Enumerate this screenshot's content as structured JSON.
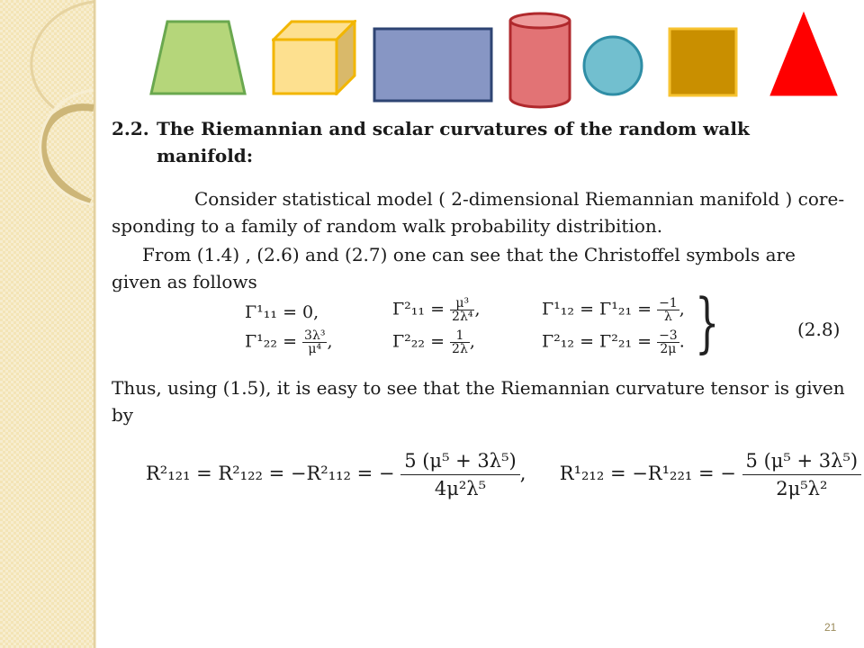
{
  "section": {
    "number": "2.2.",
    "title_line1": "The Riemannian and scalar curvatures of the random walk",
    "title_line2": "manifold:"
  },
  "paragraphs": {
    "p1": "Consider statistical model ( 2-dimensional Riemannian manifold ) core-sponding to a family of random walk probability distribition.",
    "p2": "From (1.4) , (2.6) and (2.7) one can see that the Christoffel symbols are given as follows",
    "p3": "Thus, using (1.5), it is easy to see that the Riemannian curvature tensor is given by"
  },
  "equation_label": "(2.8)",
  "christoffel": {
    "r1c1": "Γ¹₁₁ = 0,",
    "r1c2_lhs": "Γ²₁₁ =",
    "r1c2_num": "μ³",
    "r1c2_den": "2λ⁴",
    "r1c3_lhs": "Γ¹₁₂ = Γ¹₂₁ =",
    "r1c3_num": "−1",
    "r1c3_den": "λ",
    "r2c1_lhs": "Γ¹₂₂ =",
    "r2c1_num": "3λ³",
    "r2c1_den": "μ⁴",
    "r2c2_lhs": "Γ²₂₂ =",
    "r2c2_num": "1",
    "r2c2_den": "2λ",
    "r2c3_lhs": "Γ²₁₂ = Γ²₂₁ =",
    "r2c3_num": "−3",
    "r2c3_den": "2μ"
  },
  "riemann": {
    "lhs1": "R²₁₂₁ = R²₁₂₂ = −R²₁₁₂ = −",
    "num1": "5 (μ⁵ + 3λ⁵)",
    "den1": "4μ²λ⁵",
    "lhs2": "R¹₂₁₂ = −R¹₂₂₁ = −",
    "num2": "5 (μ⁵ + 3λ⁵)",
    "den2": "2μ⁵λ²"
  },
  "page_number": "21",
  "colors": {
    "trapezoid": "#b5d67a",
    "cube": "#fde08f",
    "rectangle": "#8796c4",
    "cylinder": "#e27375",
    "circle": "#72bfcf",
    "square": "#c98f00",
    "triangle": "#ff0000"
  }
}
